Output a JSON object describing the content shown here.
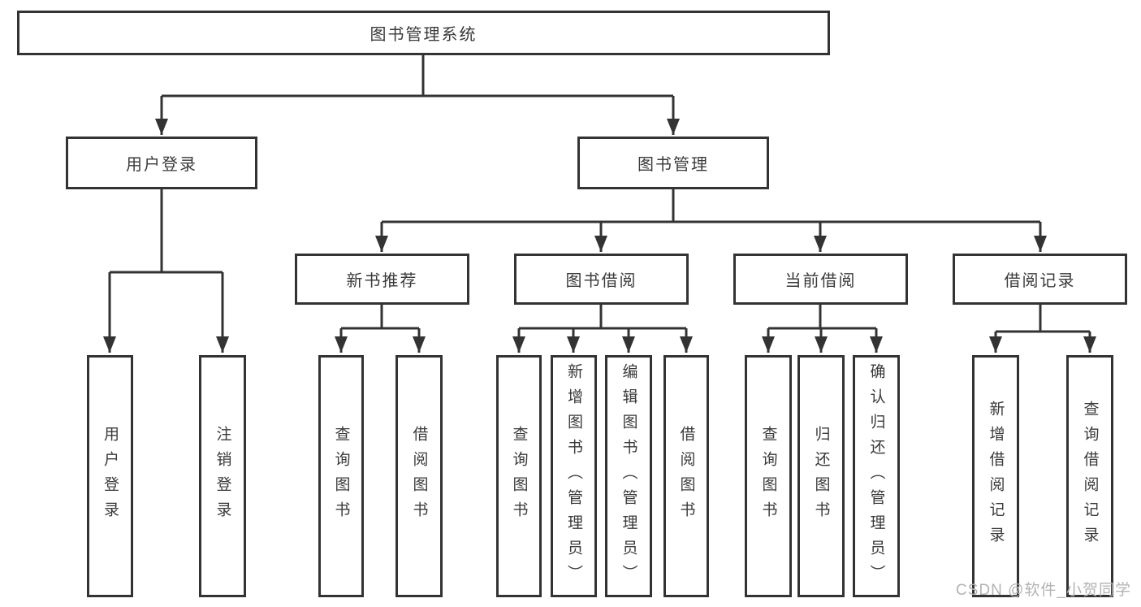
{
  "tree": {
    "root": {
      "label": "图书管理系统"
    },
    "branches": [
      {
        "label": "用户登录",
        "leaves": [
          {
            "label": "用户登录"
          },
          {
            "label": "注销登录"
          }
        ]
      },
      {
        "label": "图书管理",
        "groups": [
          {
            "label": "新书推荐",
            "leaves": [
              {
                "label": "查询图书"
              },
              {
                "label": "借阅图书"
              }
            ]
          },
          {
            "label": "图书借阅",
            "leaves": [
              {
                "label": "查询图书"
              },
              {
                "label": "新增图书（管理员）"
              },
              {
                "label": "编辑图书（管理员）"
              },
              {
                "label": "借阅图书"
              }
            ]
          },
          {
            "label": "当前借阅",
            "leaves": [
              {
                "label": "查询图书"
              },
              {
                "label": "归还图书"
              },
              {
                "label": "确认归还（管理员）"
              }
            ]
          },
          {
            "label": "借阅记录",
            "leaves": [
              {
                "label": "新增借阅记录"
              },
              {
                "label": "查询借阅记录"
              }
            ]
          }
        ]
      }
    ]
  },
  "watermark": {
    "text": "CSDN @软件_小贺同学"
  },
  "colors": {
    "line": "#333333",
    "text": "#3a3a3a",
    "background": "#ffffff",
    "watermark": "#b3b3b3"
  }
}
